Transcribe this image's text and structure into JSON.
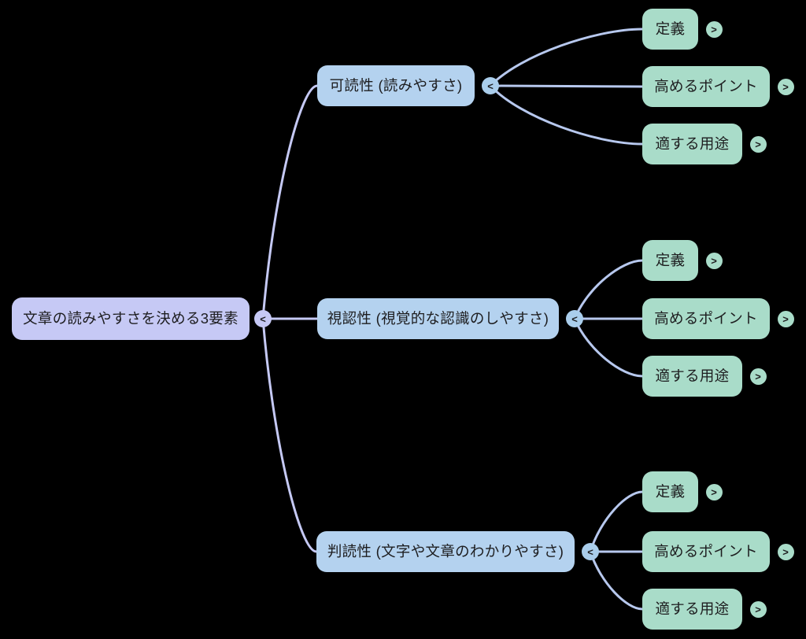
{
  "canvas": {
    "background": "#000000"
  },
  "palette": {
    "root_fill": "#c6c9f5",
    "root_connector": "#c5c9f4",
    "branch_fill": "#b4d2ef",
    "branch_circle_fill": "#aaceec",
    "branch_connector": "#b7c8ee",
    "leaf_fill": "#a9dcc9",
    "leaf_circle_fill": "#a9dcc9",
    "text_color": "#1d1d1f"
  },
  "mindmap": {
    "root": {
      "label": "文章の読みやすさを決める3要素",
      "toggle": "<"
    },
    "branches": [
      {
        "label": "可読性 (読みやすさ)",
        "toggle": "<",
        "children": [
          {
            "label": "定義",
            "toggle": ">"
          },
          {
            "label": "高めるポイント",
            "toggle": ">"
          },
          {
            "label": "適する用途",
            "toggle": ">"
          }
        ]
      },
      {
        "label": "視認性 (視覚的な認識のしやすさ)",
        "toggle": "<",
        "children": [
          {
            "label": "定義",
            "toggle": ">"
          },
          {
            "label": "高めるポイント",
            "toggle": ">"
          },
          {
            "label": "適する用途",
            "toggle": ">"
          }
        ]
      },
      {
        "label": "判読性 (文字や文章のわかりやすさ)",
        "toggle": "<",
        "children": [
          {
            "label": "定義",
            "toggle": ">"
          },
          {
            "label": "高めるポイント",
            "toggle": ">"
          },
          {
            "label": "適する用途",
            "toggle": ">"
          }
        ]
      }
    ]
  }
}
